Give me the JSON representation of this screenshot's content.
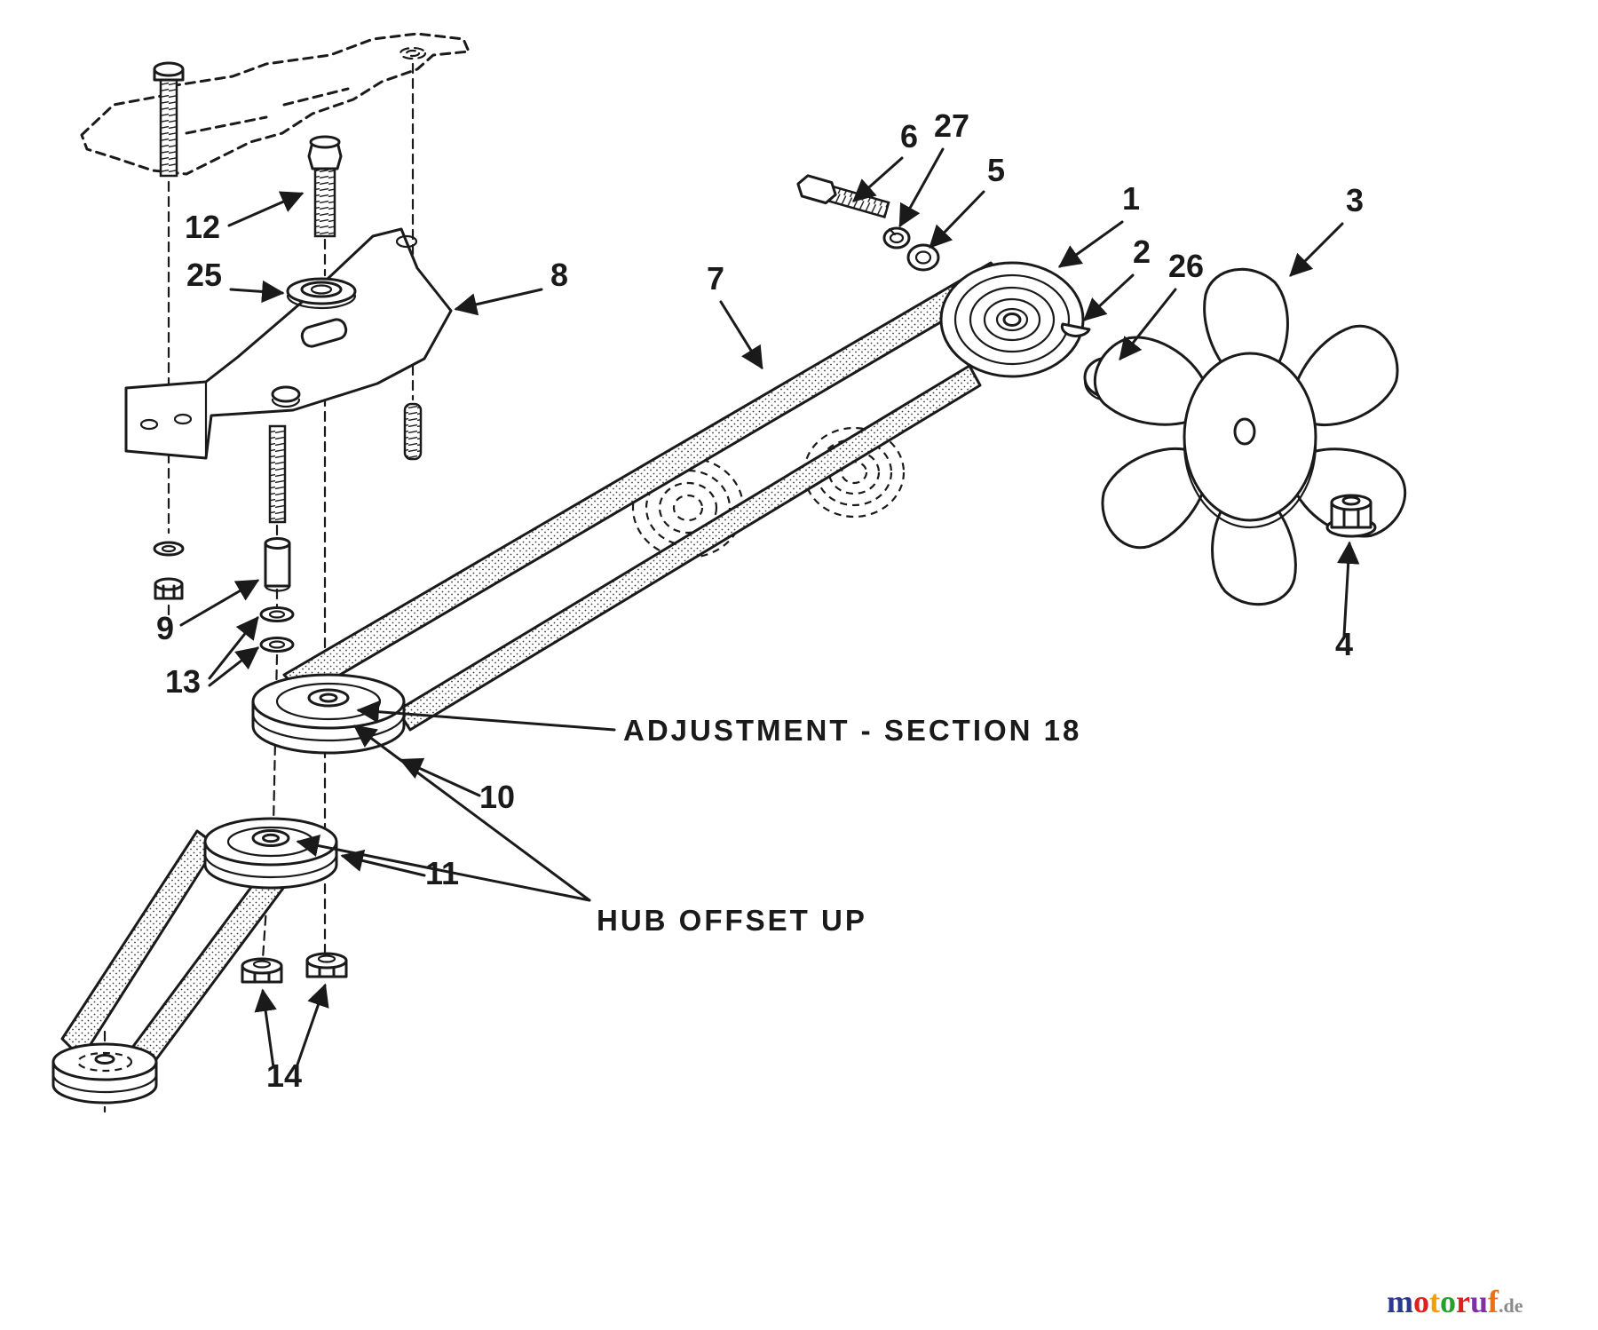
{
  "colors": {
    "ink": "#1a1a1a",
    "background": "#ffffff"
  },
  "parts": {
    "p1": "1",
    "p2": "2",
    "p3": "3",
    "p4": "4",
    "p5": "5",
    "p6": "6",
    "p7": "7",
    "p8": "8",
    "p9": "9",
    "p10": "10",
    "p11": "11",
    "p12": "12",
    "p13": "13",
    "p14": "14",
    "p25": "25",
    "p26": "26",
    "p27": "27"
  },
  "annotations": {
    "adjustment": "ADJUSTMENT - SECTION 18",
    "hub_offset": "HUB OFFSET UP"
  },
  "watermark": {
    "letters": [
      {
        "ch": "m",
        "color": "#2b3990"
      },
      {
        "ch": "o",
        "color": "#e02020"
      },
      {
        "ch": "t",
        "color": "#f0a000"
      },
      {
        "ch": "o",
        "color": "#28a030"
      },
      {
        "ch": "r",
        "color": "#e02020"
      },
      {
        "ch": "u",
        "color": "#8030a0"
      },
      {
        "ch": "f",
        "color": "#f07010"
      }
    ],
    "suffix": ".de",
    "suffix_color": "#8a8a8a"
  }
}
